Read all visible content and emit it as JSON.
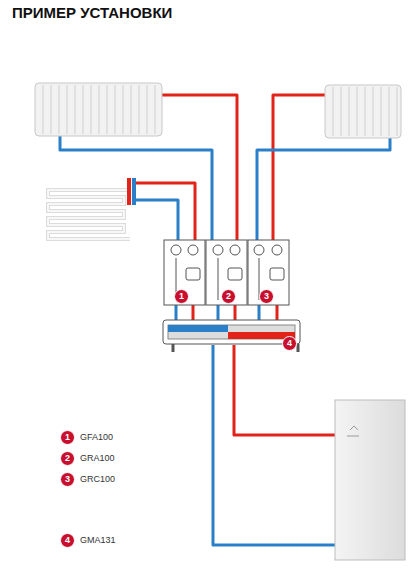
{
  "diagram": {
    "title": "ПРИМЕР УСТАНОВКИ",
    "nodes": [
      {
        "text": [
          "1"
        ]
      },
      {
        "text": [
          "2"
        ]
      },
      {
        "text": [
          "3"
        ]
      },
      {
        "text": [
          "4"
        ]
      },
      {
        "text": [
          "1"
        ]
      },
      {
        "text": [
          "2"
        ]
      },
      {
        "text": [
          "3"
        ]
      },
      {
        "text": [
          "4"
        ]
      }
    ],
    "labels": [
      "GFA100",
      "GRA100",
      "GRC100",
      "GMA131"
    ]
  }
}
